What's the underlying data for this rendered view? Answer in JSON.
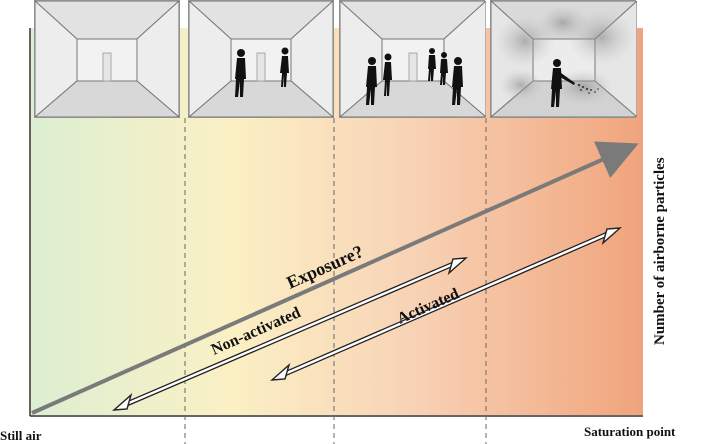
{
  "labels": {
    "x_start": "Still air",
    "x_end": "Saturation point",
    "y_axis": "Number of airborne particles",
    "exposure": "Exposure?",
    "non_activated": "Non-activated",
    "activated": "Activated"
  },
  "colors": {
    "zone_green": "#dcefd2",
    "zone_yellow": "#fbf0c4",
    "zone_peach": "#f8d3b6",
    "zone_orange": "#f0a47c",
    "exposure_arrow": "#7a7a7a",
    "divider": "#666666"
  },
  "scenes": [
    {
      "name": "empty-room",
      "people": 0,
      "smoke": false
    },
    {
      "name": "room-two-people",
      "people": 2,
      "smoke": false
    },
    {
      "name": "room-several-people",
      "people": 5,
      "smoke": false
    },
    {
      "name": "room-smoky-person",
      "people": 1,
      "smoke": true
    }
  ]
}
